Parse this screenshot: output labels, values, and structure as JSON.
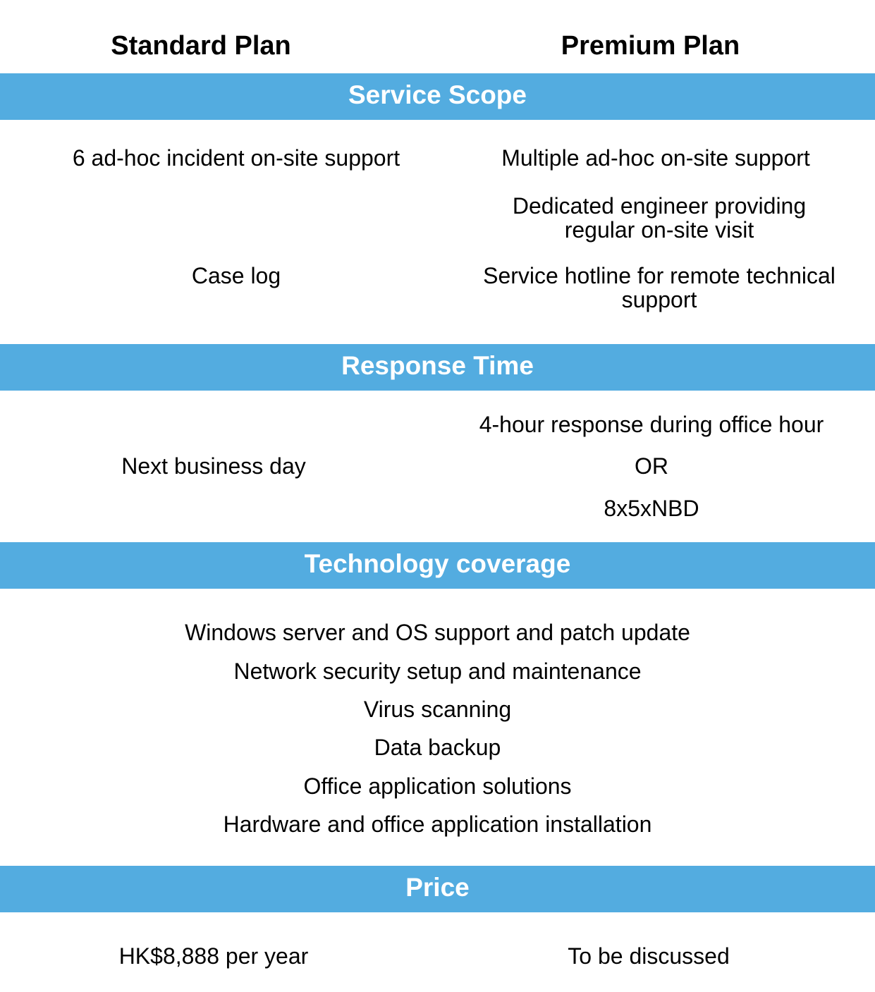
{
  "header": {
    "standard_plan": "Standard Plan",
    "premium_plan": "Premium Plan"
  },
  "sections": {
    "service_scope": {
      "title": "Service Scope",
      "standard": [
        "6 ad-hoc incident on-site support",
        "Case log"
      ],
      "premium": [
        "Multiple ad-hoc on-site support",
        "Dedicated engineer providing regular on-site visit",
        "Service hotline for remote technical support"
      ]
    },
    "response_time": {
      "title": "Response Time",
      "standard": [
        "Next business day"
      ],
      "premium": [
        "4-hour response during office hour",
        "OR",
        "8x5xNBD"
      ]
    },
    "technology_coverage": {
      "title": "Technology coverage",
      "items": [
        "Windows server and OS support and patch update",
        "Network security setup and maintenance",
        "Virus scanning",
        "Data backup",
        "Office application solutions",
        "Hardware and office application installation"
      ]
    },
    "price": {
      "title": "Price",
      "standard": "HK$8,888 per year",
      "premium": "To be discussed"
    }
  },
  "colors": {
    "band": "#53ace0",
    "band_text": "#ffffff",
    "text": "#000000"
  }
}
